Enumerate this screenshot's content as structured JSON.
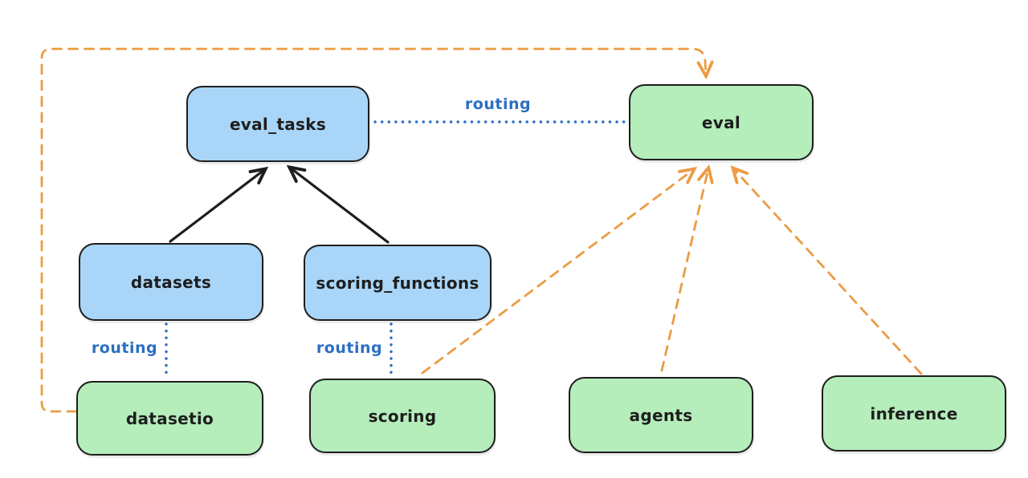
{
  "diagram": {
    "nodes": {
      "eval_tasks": {
        "label": "eval_tasks",
        "color": "blue"
      },
      "eval": {
        "label": "eval",
        "color": "green"
      },
      "datasets": {
        "label": "datasets",
        "color": "blue"
      },
      "scoring_functions": {
        "label": "scoring_functions",
        "color": "blue"
      },
      "datasetio": {
        "label": "datasetio",
        "color": "green"
      },
      "scoring": {
        "label": "scoring",
        "color": "green"
      },
      "agents": {
        "label": "agents",
        "color": "green"
      },
      "inference": {
        "label": "inference",
        "color": "green"
      }
    },
    "edges": [
      {
        "from": "datasets",
        "to": "eval_tasks",
        "type": "solid-arrow",
        "color": "black",
        "label": ""
      },
      {
        "from": "scoring_functions",
        "to": "eval_tasks",
        "type": "solid-arrow",
        "color": "black",
        "label": ""
      },
      {
        "from": "eval_tasks",
        "to": "eval",
        "type": "dotted-line",
        "color": "blue",
        "label": "routing"
      },
      {
        "from": "datasets",
        "to": "datasetio",
        "type": "dotted-line",
        "color": "blue",
        "label": "routing"
      },
      {
        "from": "scoring_functions",
        "to": "scoring",
        "type": "dotted-line",
        "color": "blue",
        "label": "routing"
      },
      {
        "from": "datasetio",
        "to": "eval",
        "type": "dashed-arrow",
        "color": "orange",
        "label": ""
      },
      {
        "from": "scoring",
        "to": "eval",
        "type": "dashed-arrow",
        "color": "orange",
        "label": ""
      },
      {
        "from": "agents",
        "to": "eval",
        "type": "dashed-arrow",
        "color": "orange",
        "label": ""
      },
      {
        "from": "inference",
        "to": "eval",
        "type": "dashed-arrow",
        "color": "orange",
        "label": ""
      }
    ],
    "colors": {
      "node_border": "#1e1e1e",
      "black": "#1e1e1e",
      "blue_fill": "#a9d6f8",
      "green_fill": "#b5edbb",
      "routing_blue": "#2b6fc2",
      "orange": "#ec9b45"
    }
  }
}
